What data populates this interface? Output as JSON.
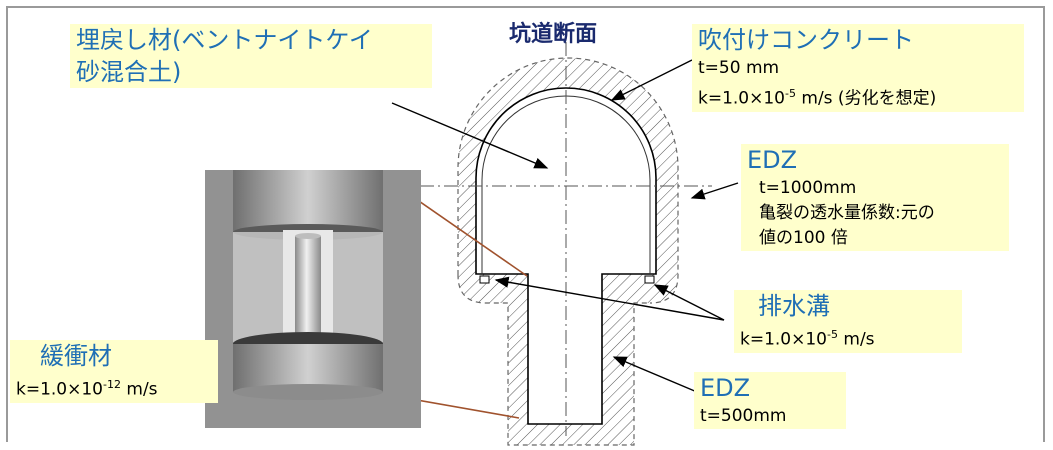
{
  "title": "坑道断面",
  "backfill": {
    "line1": "埋戻し材(ベントナイトケイ",
    "line2": "砂混合土)"
  },
  "shotcrete": {
    "title": "吹付けコンクリート",
    "t": "t=50 mm",
    "k_prefix": "k=1.0×10",
    "k_exp": "-5",
    "k_suffix": " m/s (劣化を想定)"
  },
  "edz_upper": {
    "title": "EDZ",
    "t": "t=1000mm",
    "line2": "亀裂の透水量係数:元の",
    "line3": "値の100 倍"
  },
  "drain": {
    "title": "排水溝",
    "k_prefix": "k=1.0×10",
    "k_exp": "-5",
    "k_suffix": " m/s"
  },
  "buffer": {
    "title": "緩衝材",
    "k_prefix": "k=1.0×10",
    "k_exp": "-12",
    "k_suffix": " m/s"
  },
  "edz_lower": {
    "title": "EDZ",
    "t": "t=500mm"
  },
  "colors": {
    "note_bg": "#ffffcc",
    "heading_blue": "#1f6fb5",
    "title_navy": "#1a2a6e",
    "leader_brown": "#a0522d"
  }
}
